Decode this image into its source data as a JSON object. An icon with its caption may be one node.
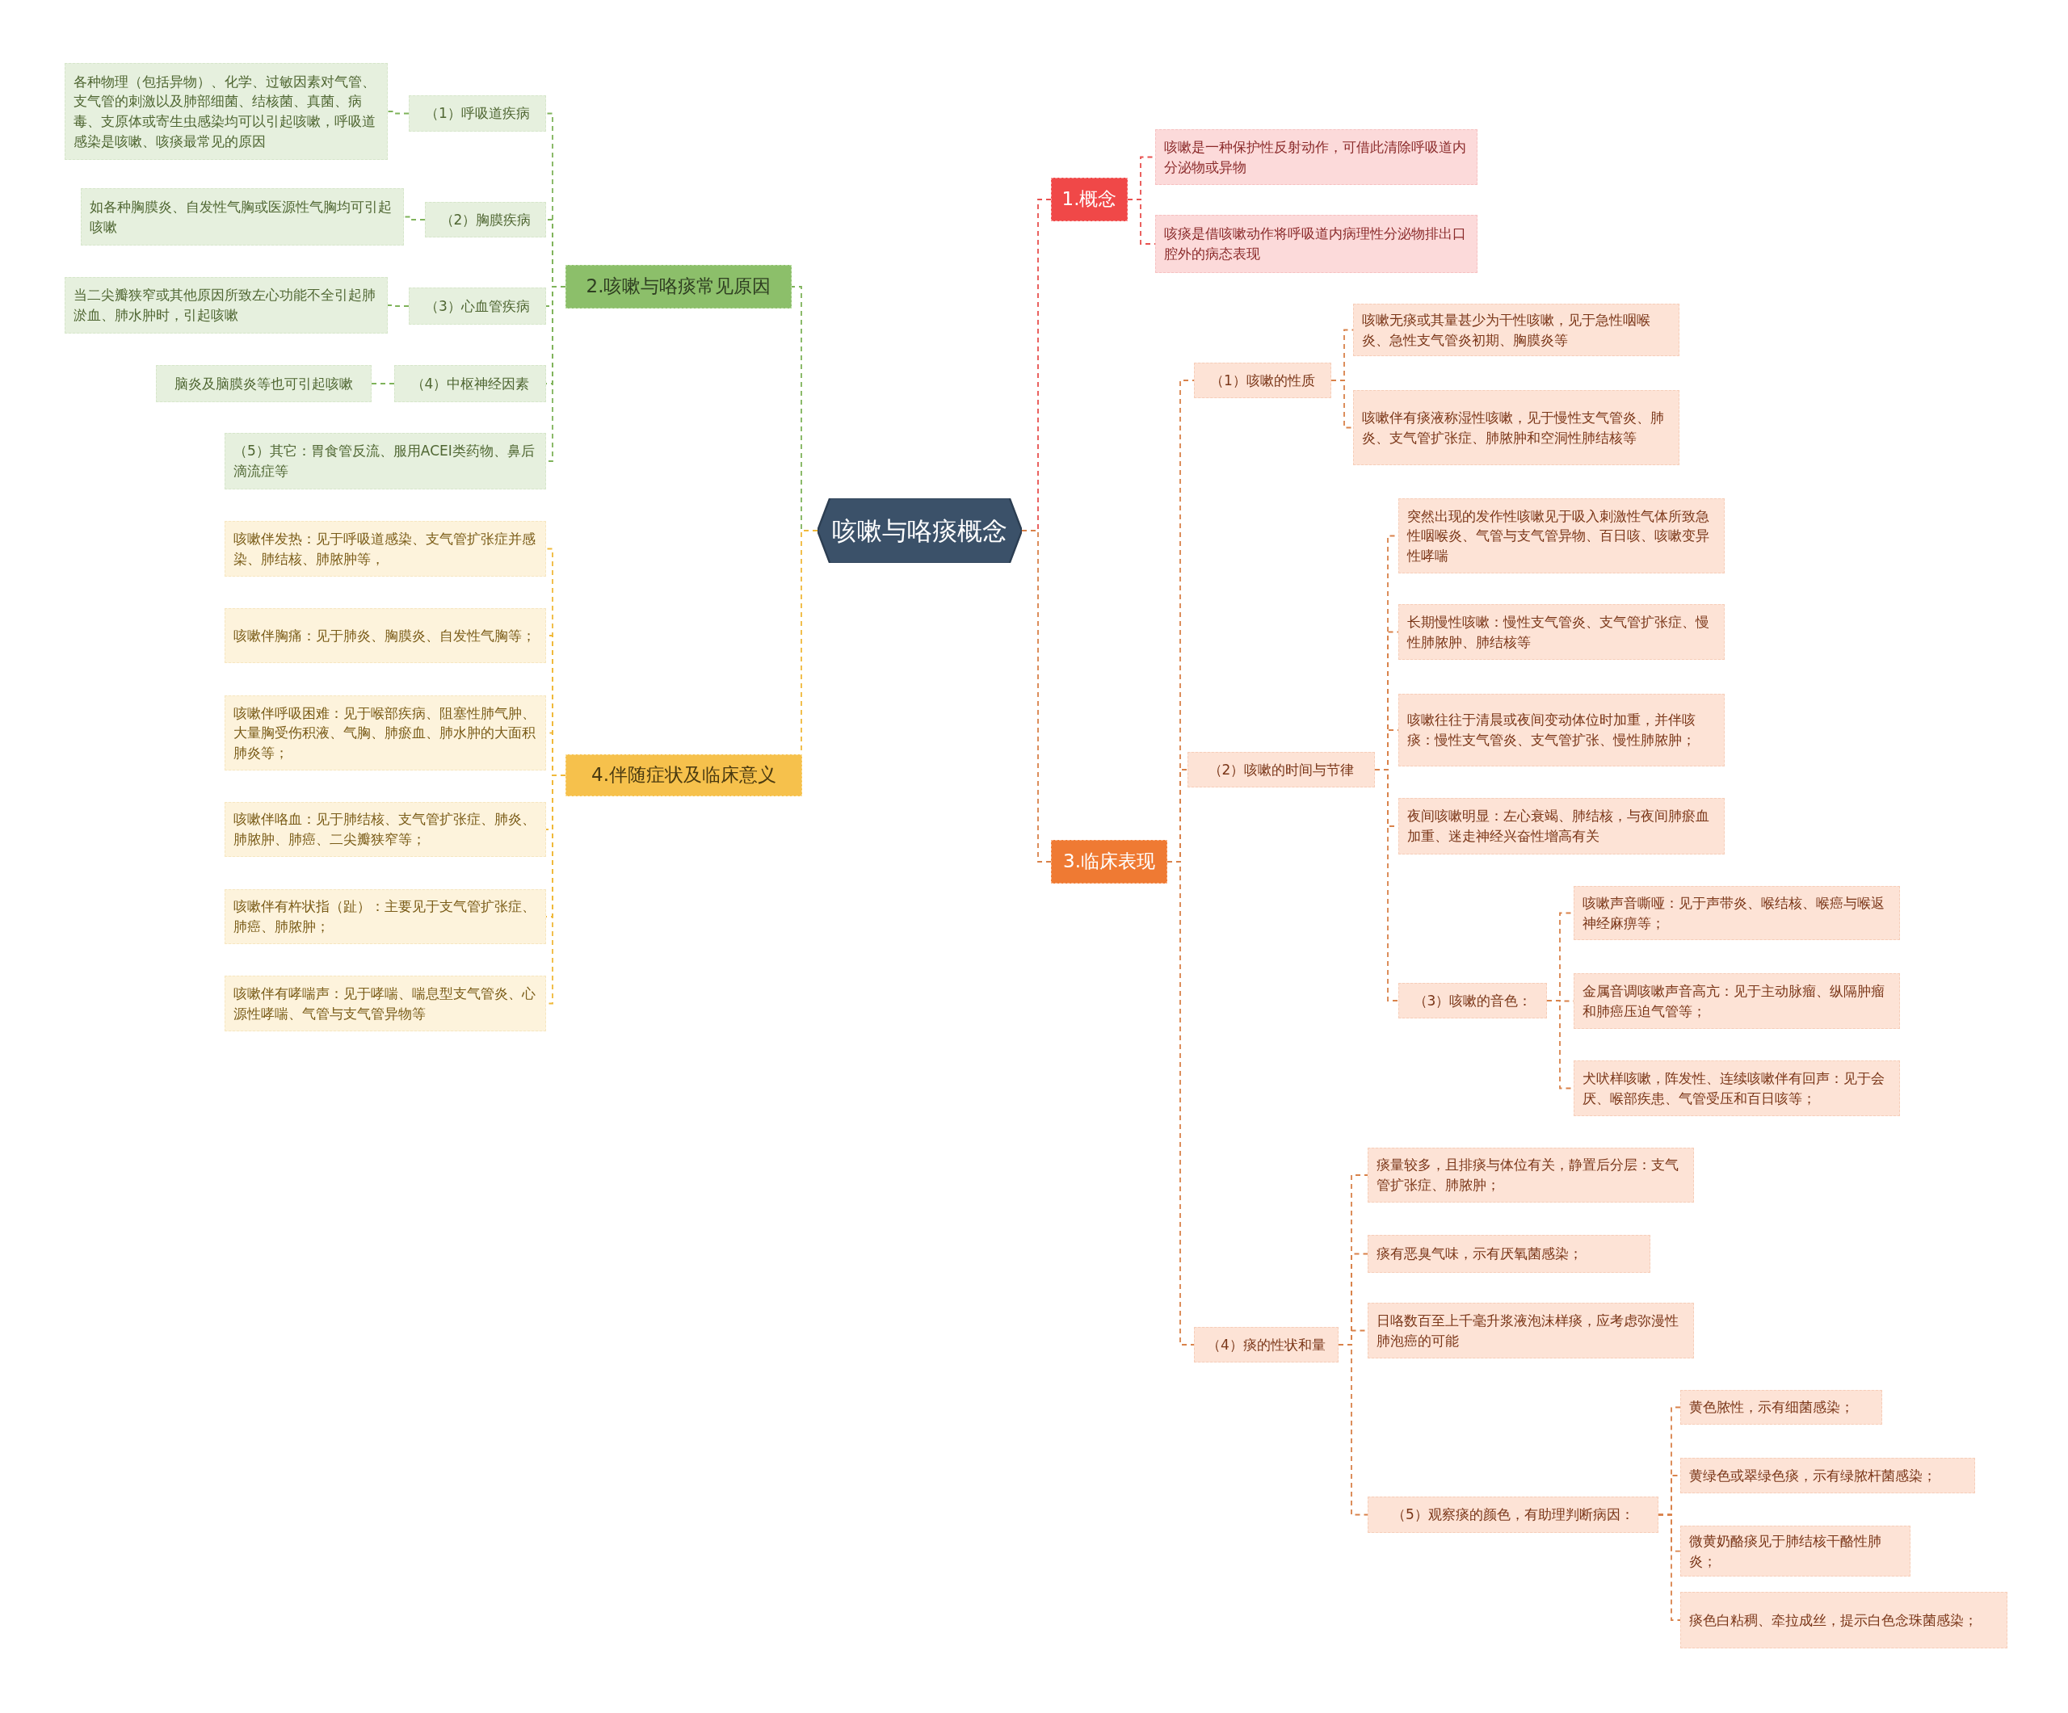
{
  "diagram": {
    "nodes": [
      {
        "text": [
          "咳嗽与咯痰概念"
        ]
      },
      {
        "text": [
          "1.概念"
        ]
      },
      {
        "text": [
          "咳嗽是一种保护性反射动作，可借此清除呼吸道内分泌物或异物"
        ]
      },
      {
        "text": [
          "咳痰是借咳嗽动作将呼吸道内病理性分泌物排出口腔外的病态表现"
        ]
      },
      {
        "text": [
          "2.咳嗽与咯痰常见原因"
        ]
      },
      {
        "text": [
          "（1）呼吸道疾病"
        ]
      },
      {
        "text": [
          "各种物理（包括异物）、化学、过敏因素对气管、支气管的刺激以及肺部细菌、结核菌、真菌、病毒、支原体或寄生虫感染均可以引起咳嗽，呼吸道感染是咳嗽、咳痰最常见的原因"
        ]
      },
      {
        "text": [
          "（2）胸膜疾病"
        ]
      },
      {
        "text": [
          "如各种胸膜炎、自发性气胸或医源性气胸均可引起咳嗽"
        ]
      },
      {
        "text": [
          "（3）心血管疾病"
        ]
      },
      {
        "text": [
          "当二尖瓣狭窄或其他原因所致左心功能不全引起肺淤血、肺水肿时，引起咳嗽"
        ]
      },
      {
        "text": [
          "（4）中枢神经因素"
        ]
      },
      {
        "text": [
          "脑炎及脑膜炎等也可引起咳嗽"
        ]
      },
      {
        "text": [
          "（5）其它：胃食管反流、服用ACEI类药物、鼻后滴流症等"
        ]
      },
      {
        "text": [
          "3.临床表现"
        ]
      },
      {
        "text": [
          "（1）咳嗽的性质"
        ]
      },
      {
        "text": [
          "咳嗽无痰或其量甚少为干性咳嗽，见于急性咽喉炎、急性支气管炎初期、胸膜炎等"
        ]
      },
      {
        "text": [
          "咳嗽伴有痰液称湿性咳嗽，见于慢性支气管炎、肺炎、支气管扩张症、肺脓肿和空洞性肺结核等"
        ]
      },
      {
        "text": [
          "（2）咳嗽的时间与节律"
        ]
      },
      {
        "text": [
          "突然出现的发作性咳嗽见于吸入刺激性气体所致急性咽喉炎、气管与支气管异物、百日咳、咳嗽变异性哮喘"
        ]
      },
      {
        "text": [
          "长期慢性咳嗽：慢性支气管炎、支气管扩张症、慢性肺脓肿、肺结核等"
        ]
      },
      {
        "text": [
          "咳嗽往往于清晨或夜间变动体位时加重，并伴咳痰：慢性支气管炎、支气管扩张、慢性肺脓肿；"
        ]
      },
      {
        "text": [
          "夜间咳嗽明显：左心衰竭、肺结核，与夜间肺瘀血加重、迷走神经兴奋性增高有关"
        ]
      },
      {
        "text": [
          "（3）咳嗽的音色："
        ]
      },
      {
        "text": [
          "咳嗽声音嘶哑：见于声带炎、喉结核、喉癌与喉返神经麻痹等；"
        ]
      },
      {
        "text": [
          "金属音调咳嗽声音高亢：见于主动脉瘤、纵隔肿瘤和肺癌压迫气管等；"
        ]
      },
      {
        "text": [
          "犬吠样咳嗽，阵发性、连续咳嗽伴有回声：见于会厌、喉部疾患、气管受压和百日咳等；"
        ]
      },
      {
        "text": [
          "（4）痰的性状和量"
        ]
      },
      {
        "text": [
          "痰量较多，且排痰与体位有关，静置后分层：支气管扩张症、肺脓肿；"
        ]
      },
      {
        "text": [
          "痰有恶臭气味，示有厌氧菌感染；"
        ]
      },
      {
        "text": [
          "日咯数百至上千毫升浆液泡沫样痰，应考虑弥漫性肺泡癌的可能"
        ]
      },
      {
        "text": [
          "（5）观察痰的颜色，有助理判断病因："
        ]
      },
      {
        "text": [
          "黄色脓性，示有细菌感染；"
        ]
      },
      {
        "text": [
          "黄绿色或翠绿色痰，示有绿脓杆菌感染；"
        ]
      },
      {
        "text": [
          "微黄奶酪痰见于肺结核干酪性肺炎；"
        ]
      },
      {
        "text": [
          "痰色白粘稠、牵拉成丝，提示白色念珠菌感染；"
        ]
      },
      {
        "text": [
          "4.伴随症状及临床意义"
        ]
      },
      {
        "text": [
          "咳嗽伴发热：见于呼吸道感染、支气管扩张症并感染、肺结核、肺脓肿等，"
        ]
      },
      {
        "text": [
          "咳嗽伴胸痛：见于肺炎、胸膜炎、自发性气胸等；"
        ]
      },
      {
        "text": [
          "咳嗽伴呼吸困难：见于喉部疾病、阻塞性肺气肿、大量胸受伤积液、气胸、肺瘀血、肺水肿的大面积肺炎等；"
        ]
      },
      {
        "text": [
          "咳嗽伴咯血：见于肺结核、支气管扩张症、肺炎、肺脓肿、肺癌、二尖瓣狭窄等；"
        ]
      },
      {
        "text": [
          "咳嗽伴有杵状指（趾）：主要见于支气管扩张症、肺癌、肺脓肿；"
        ]
      },
      {
        "text": [
          "咳嗽伴有哮喘声：见于哮喘、喘息型支气管炎、心源性哮喘、气管与支气管异物等"
        ]
      }
    ],
    "edges": [
      {
        "from": 0,
        "to": 1,
        "arrow": "none",
        "color": "#e8514f"
      },
      {
        "from": 1,
        "to": 2,
        "arrow": "none",
        "color": "#e8514f"
      },
      {
        "from": 1,
        "to": 3,
        "arrow": "none",
        "color": "#e8514f"
      },
      {
        "from": 0,
        "to": 4,
        "arrow": "none",
        "color": "#7fb35a"
      },
      {
        "from": 4,
        "to": 5,
        "arrow": "none",
        "color": "#7fb35a"
      },
      {
        "from": 5,
        "to": 6,
        "arrow": "none",
        "color": "#7fb35a"
      },
      {
        "from": 4,
        "to": 7,
        "arrow": "none",
        "color": "#7fb35a"
      },
      {
        "from": 7,
        "to": 8,
        "arrow": "none",
        "color": "#7fb35a"
      },
      {
        "from": 4,
        "to": 9,
        "arrow": "none",
        "color": "#7fb35a"
      },
      {
        "from": 9,
        "to": 10,
        "arrow": "none",
        "color": "#7fb35a"
      },
      {
        "from": 4,
        "to": 11,
        "arrow": "none",
        "color": "#7fb35a"
      },
      {
        "from": 11,
        "to": 12,
        "arrow": "none",
        "color": "#7fb35a"
      },
      {
        "from": 4,
        "to": 13,
        "arrow": "none",
        "color": "#7fb35a"
      },
      {
        "from": 0,
        "to": 14,
        "arrow": "none"
      },
      {
        "from": 14,
        "to": 15,
        "arrow": "none"
      },
      {
        "from": 15,
        "to": 16,
        "arrow": "none"
      },
      {
        "from": 15,
        "to": 17,
        "arrow": "none"
      },
      {
        "from": 14,
        "to": 18,
        "arrow": "none"
      },
      {
        "from": 18,
        "to": 19,
        "arrow": "none"
      },
      {
        "from": 18,
        "to": 20,
        "arrow": "none"
      },
      {
        "from": 18,
        "to": 21,
        "arrow": "none"
      },
      {
        "from": 18,
        "to": 22,
        "arrow": "none"
      },
      {
        "from": 18,
        "to": 23,
        "arrow": "none"
      },
      {
        "from": 23,
        "to": 24,
        "arrow": "none"
      },
      {
        "from": 23,
        "to": 25,
        "arrow": "none"
      },
      {
        "from": 23,
        "to": 26,
        "arrow": "none"
      },
      {
        "from": 14,
        "to": 27,
        "arrow": "none"
      },
      {
        "from": 27,
        "to": 28,
        "arrow": "none"
      },
      {
        "from": 27,
        "to": 29,
        "arrow": "none"
      },
      {
        "from": 27,
        "to": 30,
        "arrow": "none"
      },
      {
        "from": 27,
        "to": 31,
        "arrow": "none"
      },
      {
        "from": 31,
        "to": 32,
        "arrow": "none"
      },
      {
        "from": 31,
        "to": 33,
        "arrow": "none"
      },
      {
        "from": 31,
        "to": 34,
        "arrow": "none"
      },
      {
        "from": 31,
        "to": 35,
        "arrow": "none"
      },
      {
        "from": 0,
        "to": 36,
        "arrow": "none",
        "color": "#f0b93a"
      },
      {
        "from": 36,
        "to": 37,
        "arrow": "none",
        "color": "#f0b93a"
      },
      {
        "from": 36,
        "to": 38,
        "arrow": "none",
        "color": "#f0b93a"
      },
      {
        "from": 36,
        "to": 39,
        "arrow": "none",
        "color": "#f0b93a"
      },
      {
        "from": 36,
        "to": 40,
        "arrow": "none",
        "color": "#f0b93a"
      },
      {
        "from": 36,
        "to": 41,
        "arrow": "none",
        "color": "#f0b93a"
      },
      {
        "from": 36,
        "to": 42,
        "arrow": "none",
        "color": "#f0b93a"
      }
    ]
  }
}
